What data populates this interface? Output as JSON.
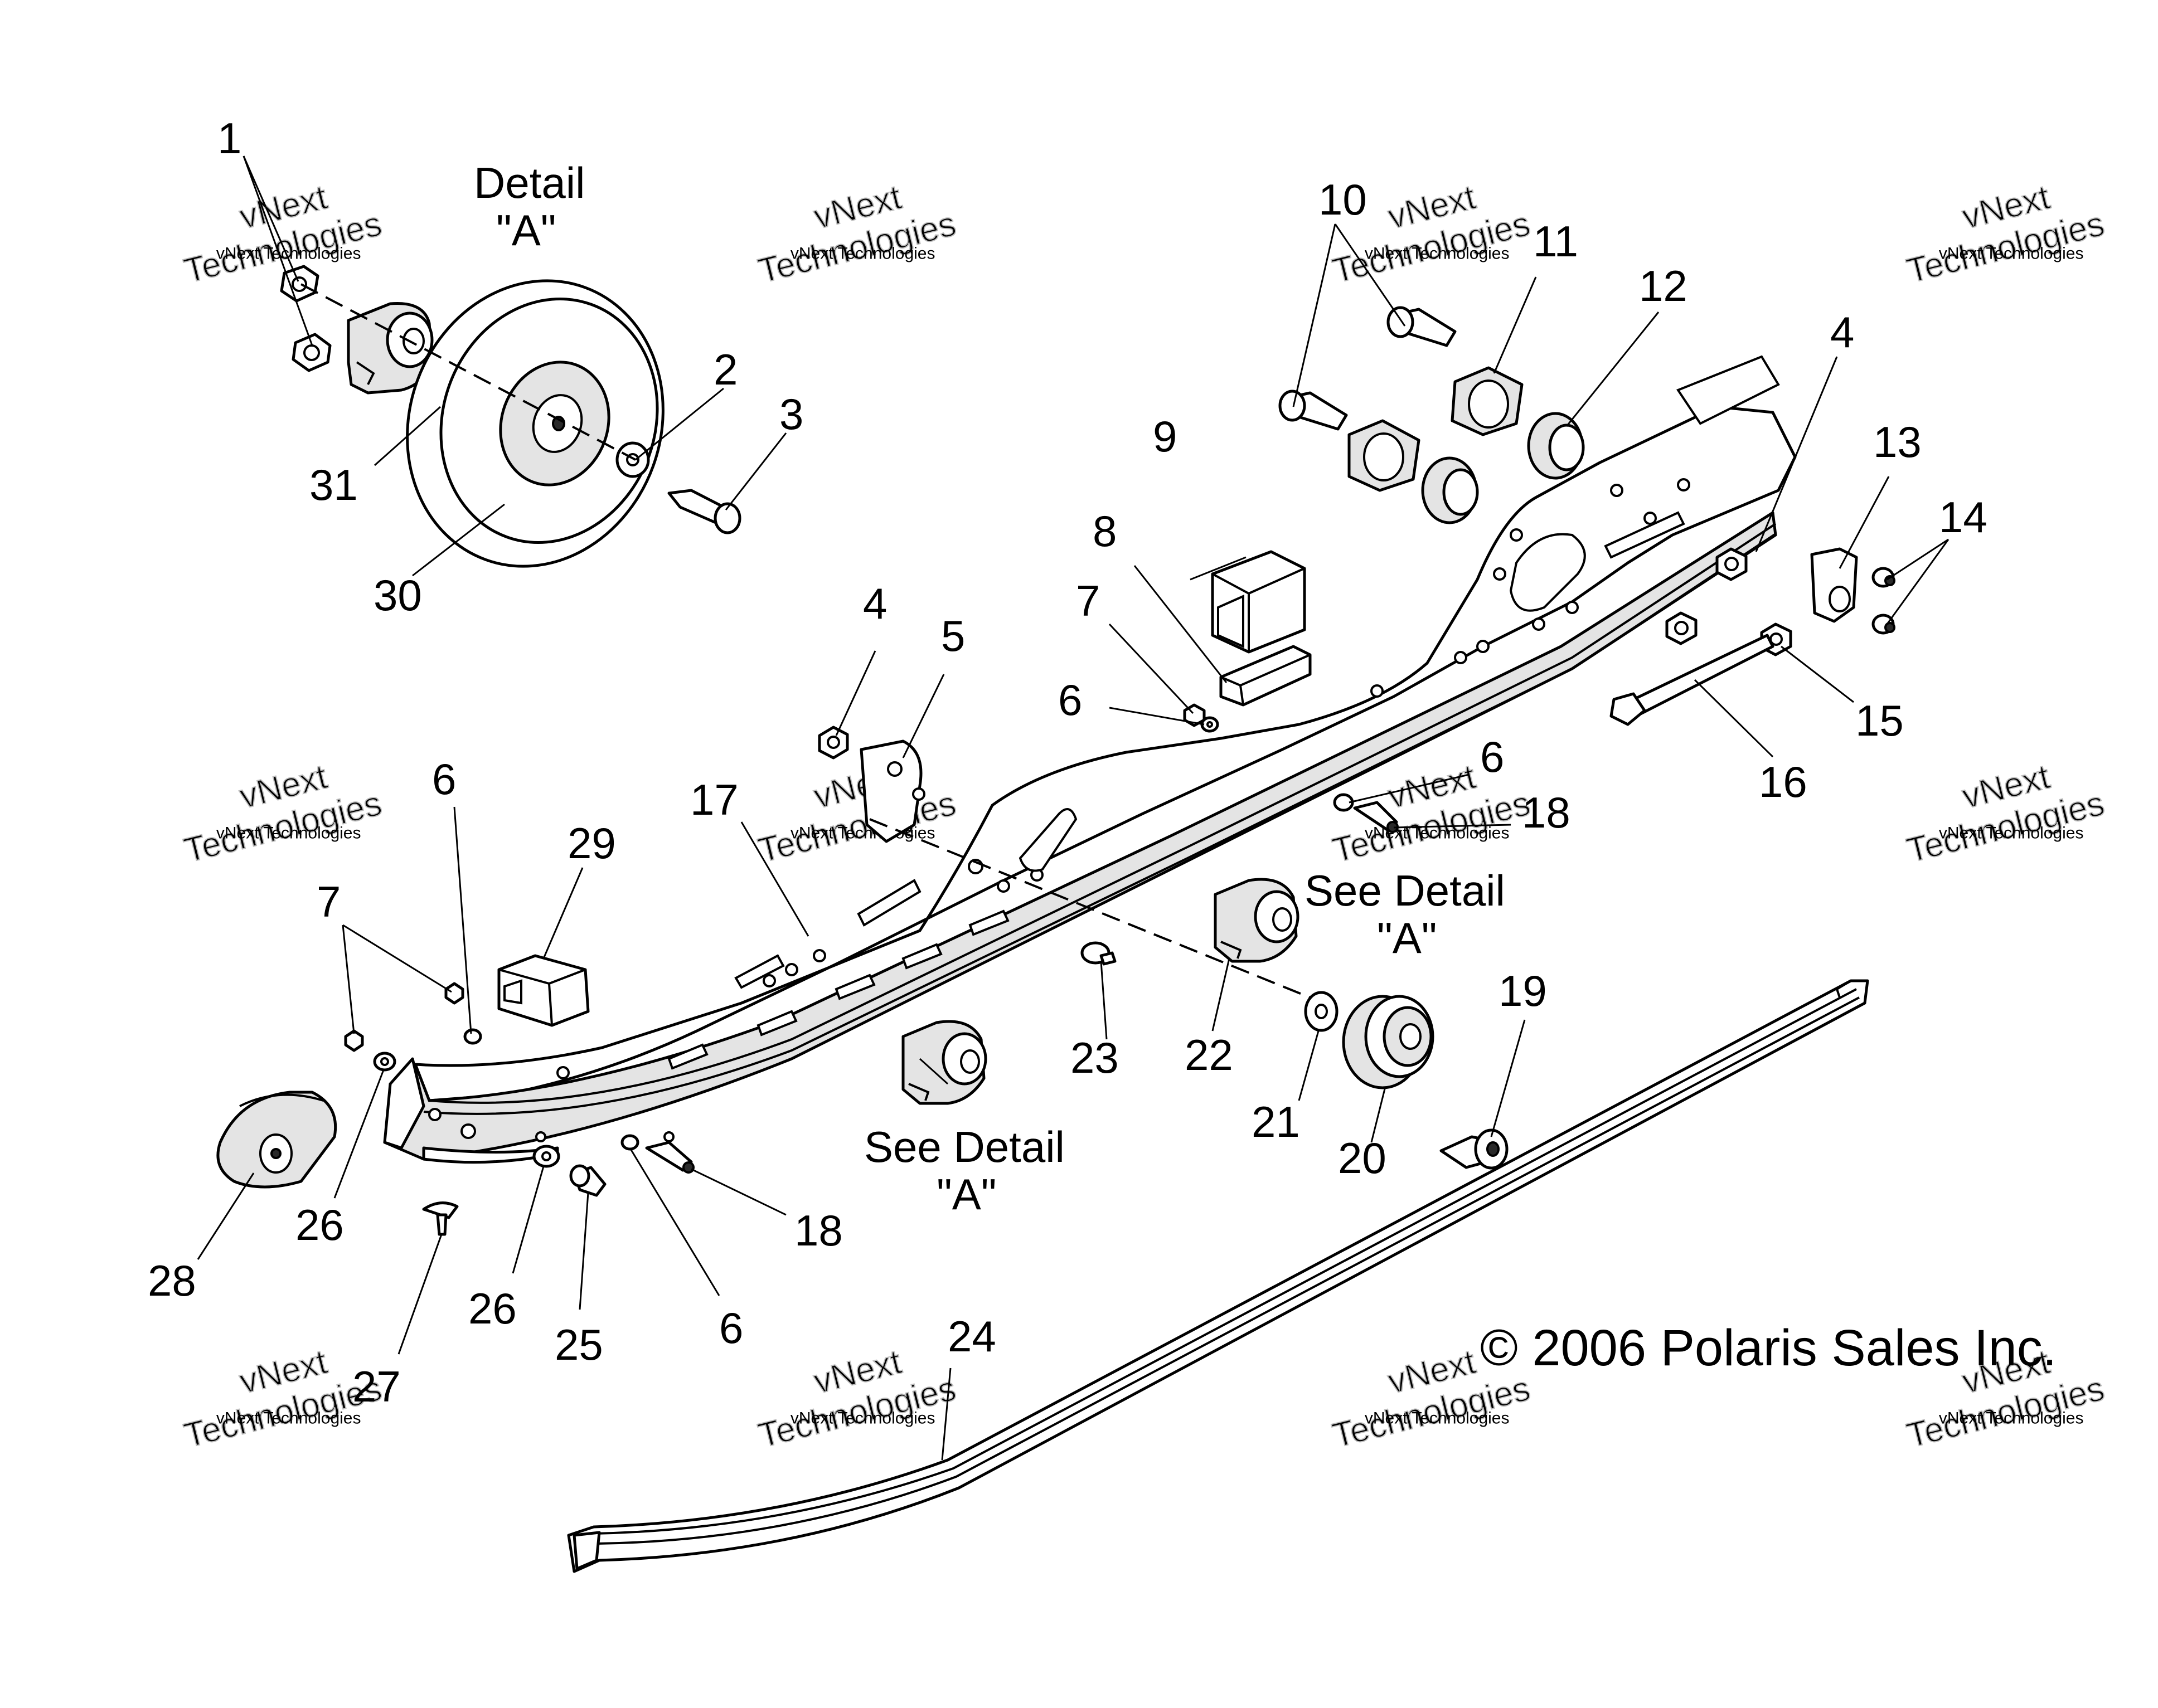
{
  "callouts": [
    {
      "text": "1"
    },
    {
      "text": "2"
    },
    {
      "text": "3"
    },
    {
      "text": "31"
    },
    {
      "text": "30"
    },
    {
      "text": "10"
    },
    {
      "text": "11"
    },
    {
      "text": "12"
    },
    {
      "text": "4"
    },
    {
      "text": "13"
    },
    {
      "text": "14"
    },
    {
      "text": "9"
    },
    {
      "text": "8"
    },
    {
      "text": "7"
    },
    {
      "text": "6"
    },
    {
      "text": "4"
    },
    {
      "text": "5"
    },
    {
      "text": "15"
    },
    {
      "text": "16"
    },
    {
      "text": "6"
    },
    {
      "text": "18"
    },
    {
      "text": "17"
    },
    {
      "text": "6"
    },
    {
      "text": "29"
    },
    {
      "text": "7"
    },
    {
      "text": "23"
    },
    {
      "text": "22"
    },
    {
      "text": "19"
    },
    {
      "text": "21"
    },
    {
      "text": "20"
    },
    {
      "text": "26"
    },
    {
      "text": "28"
    },
    {
      "text": "18"
    },
    {
      "text": "26"
    },
    {
      "text": "25"
    },
    {
      "text": "6"
    },
    {
      "text": "27"
    },
    {
      "text": "24"
    }
  ],
  "captions": {
    "detail_a_title": "Detail",
    "detail_a_label": "\"A\"",
    "see_detail_1": "See Detail",
    "see_detail_1_label": "\"A\"",
    "see_detail_2": "See Detail",
    "see_detail_2_label": "\"A\""
  },
  "copyright": "© 2006 Polaris Sales Inc.",
  "watermark": {
    "line1": "vNext",
    "line2": "Technologies",
    "small": "vNext Technologies"
  }
}
